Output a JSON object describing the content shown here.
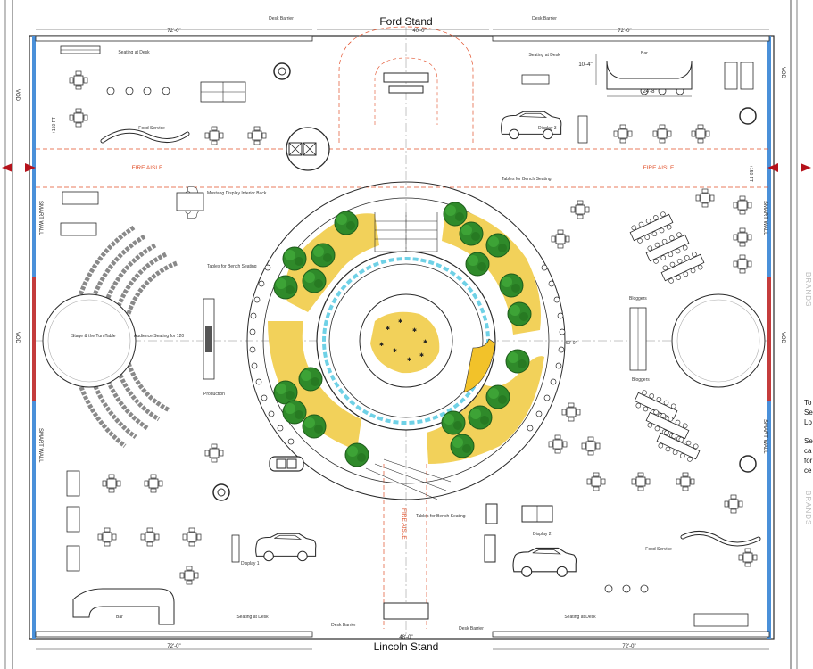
{
  "stands": {
    "top": "Ford Stand",
    "bottom": "Lincoln Stand"
  },
  "dimensions": {
    "left_top": "72'-0\"",
    "center_top": "40'-0\"",
    "right_top": "72'-0\"",
    "left_bottom": "72'-0\"",
    "center_bottom": "48'-0\"",
    "right_bottom": "72'-0\"",
    "bar_depth": "10'-4\"",
    "bar_width": "24'-8\"",
    "ring_right": "60'-0\""
  },
  "labels": {
    "desk_barrier": "Desk Barrier",
    "seating_at_desk": "Seating at Desk",
    "fire_aisle": "FIRE AISLE",
    "food_service": "Food Service",
    "display_3": "Display 3",
    "display_2": "Display 2",
    "display_1": "Display 1",
    "bar": "Bar",
    "tables_bench": "Tables for Bench Seating",
    "mustang": "Mustang Display Interior Buck",
    "stage": "Stage & the TurnTable",
    "audience": "Audience Seating for 120",
    "production": "Production",
    "bloggers": "Bloggers",
    "smart_wall": "SMART WALL",
    "vod": "VOD",
    "brands": "BRANDS",
    "fire_vert": "FIRE AISLE",
    "ftg": "+150 FT"
  },
  "side_text": [
    "To",
    "Se",
    "Lo",
    "Se",
    "ca",
    "for",
    "ce"
  ],
  "colors": {
    "line": "#2a2a2a",
    "fire": "#e2502a",
    "wall": "#4a90d9",
    "wall_red": "#c43c3c",
    "shrub": "#f2d15a",
    "tree": "#2f8a2a",
    "tree_dark": "#1e5c1b",
    "ring": "#6fd1e6",
    "arrow": "#b5121b"
  }
}
